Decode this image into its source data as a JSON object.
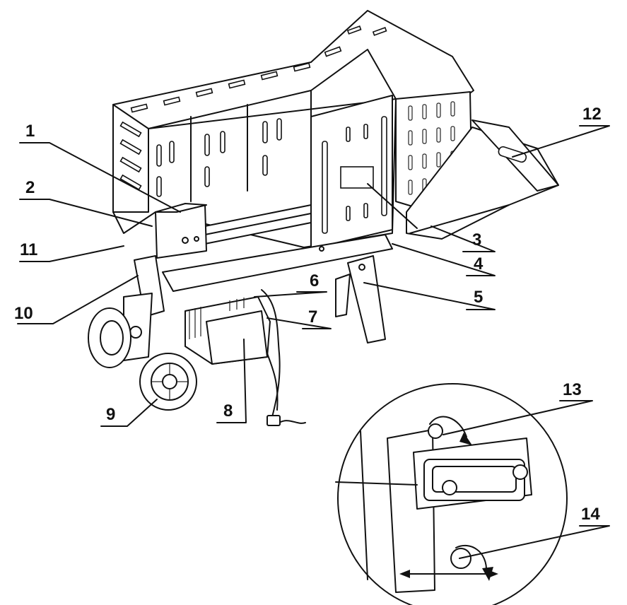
{
  "figure": {
    "callouts": [
      {
        "id": "1",
        "label": "1"
      },
      {
        "id": "2",
        "label": "2"
      },
      {
        "id": "3",
        "label": "3"
      },
      {
        "id": "4",
        "label": "4"
      },
      {
        "id": "5",
        "label": "5"
      },
      {
        "id": "6",
        "label": "6"
      },
      {
        "id": "7",
        "label": "7"
      },
      {
        "id": "8",
        "label": "8"
      },
      {
        "id": "9",
        "label": "9"
      },
      {
        "id": "10",
        "label": "10"
      },
      {
        "id": "11",
        "label": "11"
      },
      {
        "id": "12",
        "label": "12"
      },
      {
        "id": "13",
        "label": "13"
      },
      {
        "id": "14",
        "label": "14"
      }
    ]
  },
  "colors": {
    "ink": "#111111",
    "background": "#ffffff"
  }
}
